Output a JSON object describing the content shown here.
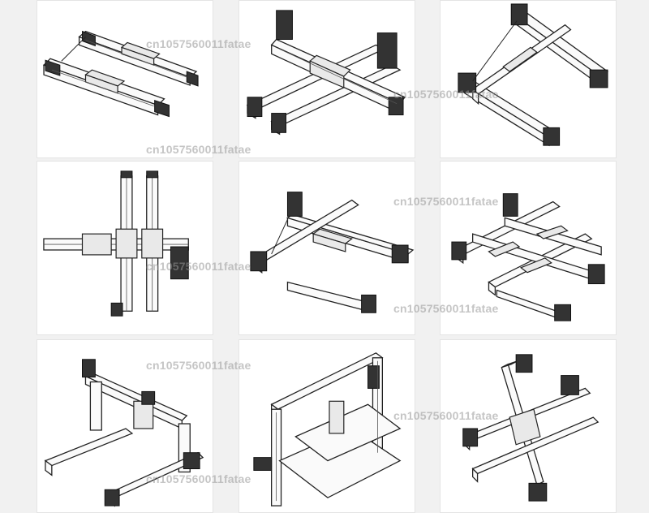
{
  "watermark": {
    "text": "cn1057560011fatae",
    "color": "#969696"
  },
  "tiles": [
    {
      "subject": "dual parallel linear rails"
    },
    {
      "subject": "cross gantry with stepper motors"
    },
    {
      "subject": "XY gantry module"
    },
    {
      "subject": "top view dual rail gantry"
    },
    {
      "subject": "XY cross module"
    },
    {
      "subject": "multi-carriage gantry"
    },
    {
      "subject": "portal gantry on legs"
    },
    {
      "subject": "aluminium profile frame machine"
    },
    {
      "subject": "XYZ cross module"
    }
  ],
  "colors": {
    "background": "#f1f1f1",
    "tile": "#ffffff",
    "line": "#222222"
  }
}
